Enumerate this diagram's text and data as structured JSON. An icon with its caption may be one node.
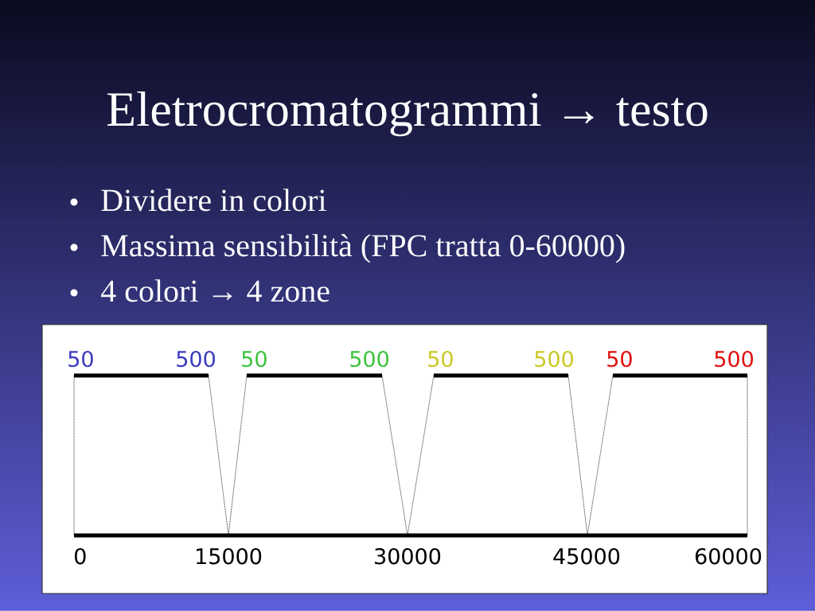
{
  "diagram": {
    "title": "Eletrocromatogrammi → testo",
    "labels": [
      "Dividere in colori",
      "Massima sensibilità (FPC tratta 0-60000)",
      "4 colori → 4 zone",
      "50",
      "500",
      "50",
      "500",
      "50",
      "500",
      "50",
      "500",
      "0",
      "15000",
      "30000",
      "45000",
      "60000"
    ]
  }
}
